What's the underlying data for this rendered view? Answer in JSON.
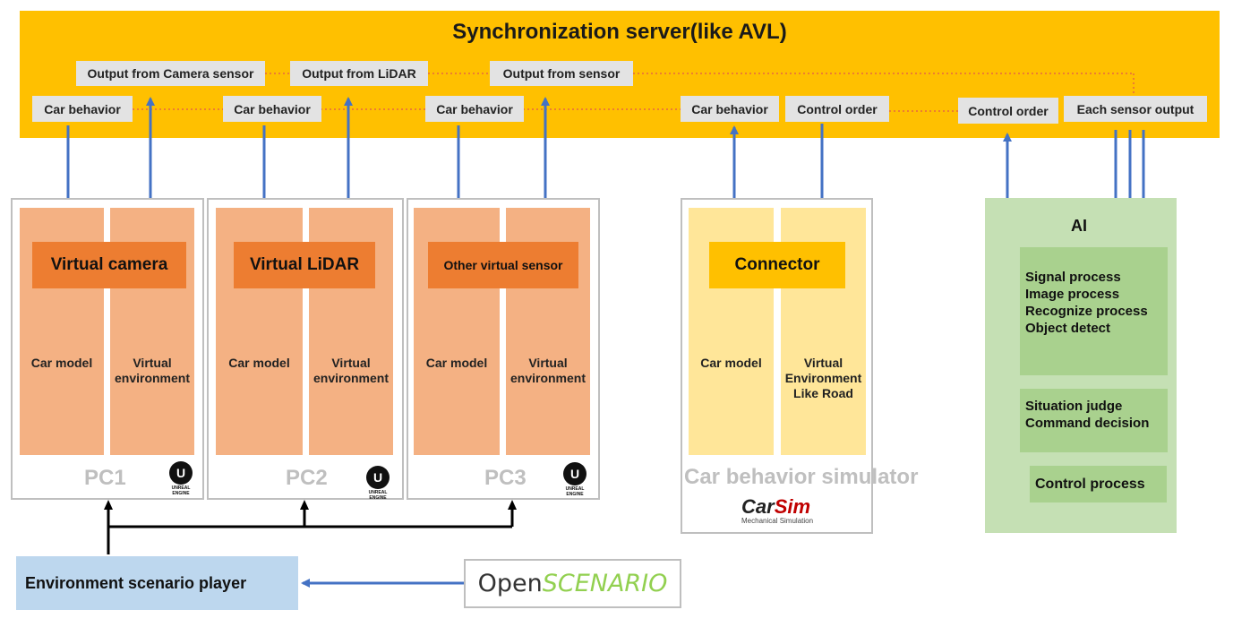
{
  "server": {
    "title": "Synchronization server(like AVL)"
  },
  "labels": {
    "out_camera": "Output from Camera sensor",
    "out_lidar": "Output from LiDAR",
    "out_sensor": "Output from sensor",
    "car_behavior": "Car behavior",
    "control_order": "Control order",
    "each_sensor_output": "Each sensor output"
  },
  "pcs": [
    {
      "name": "PC1",
      "sensor": "Virtual camera",
      "car_model": "Car model",
      "env": "Virtual\nenvironment"
    },
    {
      "name": "PC2",
      "sensor": "Virtual LiDAR",
      "car_model": "Car model",
      "env": "Virtual\nenvironment"
    },
    {
      "name": "PC3",
      "sensor": "Other virtual sensor",
      "car_model": "Car model",
      "env": "Virtual\nenvironment"
    }
  ],
  "unreal": {
    "glyph": "U",
    "text": "UNREAL ENGINE"
  },
  "carsim": {
    "title": "Car behavior simulator",
    "connector": "Connector",
    "car_model": "Car model",
    "env": "Virtual\nEnvironment\nLike Road",
    "logo_car": "Car",
    "logo_sim": "Sim",
    "logo_sub": "Mechanical Simulation"
  },
  "ai": {
    "title": "AI",
    "block1": [
      "Signal process",
      "Image process",
      "Recognize process",
      "Object detect"
    ],
    "block2": [
      "Situation judge",
      "Command decision"
    ],
    "block3": "Control process"
  },
  "player": "Environment scenario player",
  "openscenario": {
    "open": "Open",
    "scenario": "SCENARIO"
  },
  "colors": {
    "server": "#FFC000",
    "label": "#E3E3E3",
    "sensor": "#ED7D31",
    "pc_col": "#F4B183",
    "carsim_col": "#FFE699",
    "ai_bg": "#C5E0B4",
    "ai_inner": "#A9D18E",
    "player": "#BDD7EE",
    "arrow": "#4472C4",
    "dotted": "#ED7D31"
  }
}
